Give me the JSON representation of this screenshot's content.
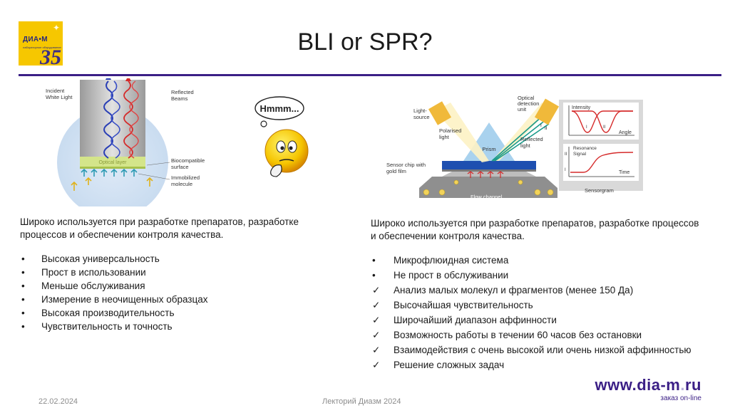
{
  "logo": {
    "brand": "ДИА•М",
    "subtitle": "лабораторное оборудование",
    "anniversary": "35"
  },
  "title": "BLI or SPR?",
  "bli_figure": {
    "incident_label_1": "Incident",
    "incident_label_2": "White Light",
    "reflected_label_1": "Reflected",
    "reflected_label_2": "Beams",
    "optical_layer": "Optical layer",
    "biocompatible_1": "Biocompatible",
    "biocompatible_2": "surface",
    "immobilized_1": "Immobilized",
    "immobilized_2": "molecule"
  },
  "thinking_face": {
    "bubble_text": "Hmmm..."
  },
  "spr_figure": {
    "light_source_1": "Light-",
    "light_source_2": "source",
    "polarised_1": "Polarised",
    "polarised_2": "light",
    "optical_detection_1": "Optical",
    "optical_detection_2": "detection",
    "optical_detection_3": "unit",
    "prism": "Prism",
    "reflected_1": "Reflected",
    "reflected_2": "light",
    "sensor_chip_1": "Sensor chip with",
    "sensor_chip_2": "gold film",
    "flow_channel": "Flow channel",
    "intensity": "Intensity",
    "angle": "Angle",
    "marker_i": "I",
    "marker_ii": "II",
    "resonance_1": "Resonance",
    "resonance_2": "Signal",
    "time": "Time",
    "sensorgram": "Sensorgram"
  },
  "left": {
    "intro": "Широко используется при разработке препаратов, разработке процессов и обеспечении контроля качества.",
    "items": [
      {
        "marker": "•",
        "text": "Высокая универсальность"
      },
      {
        "marker": "•",
        "text": "Прост в использовании"
      },
      {
        "marker": "•",
        "text": "Меньше обслуживания"
      },
      {
        "marker": "•",
        "text": "Измерение в неочищенных образцах"
      },
      {
        "marker": "•",
        "text": "Высокая производительность"
      },
      {
        "marker": "•",
        "text": "Чувствительность и точность"
      }
    ]
  },
  "right": {
    "intro": "Широко используется при разработке препаратов, разработке процессов и обеспечении контроля качества.",
    "items": [
      {
        "marker": "•",
        "text": "Микрофлюидная система"
      },
      {
        "marker": "•",
        "text": "Не прост в обслуживании"
      },
      {
        "marker": "✓",
        "text": "Анализ малых молекул  и фрагментов (менее 150 Да)"
      },
      {
        "marker": "✓",
        "text": "Высочайшая чувствительность"
      },
      {
        "marker": "✓",
        "text": "Широчайший диапазон аффинности"
      },
      {
        "marker": "✓",
        "text": "Возможность работы в течении 60 часов без остановки"
      },
      {
        "marker": "✓",
        "text": "Взаимодействия с очень высокой или очень низкой аффинностью"
      },
      {
        "marker": "✓",
        "text": "Решение сложных задач"
      }
    ]
  },
  "footer": {
    "date": "22.02.2024",
    "center": "Лекторий Диазм 2024",
    "www_prefix": "www.",
    "www_domain": "dia-m",
    "www_dot": ".",
    "www_tld": "ru",
    "order": "заказ on-line"
  },
  "colors": {
    "accent": "#3b1f86",
    "logo_bg": "#f6c700"
  }
}
